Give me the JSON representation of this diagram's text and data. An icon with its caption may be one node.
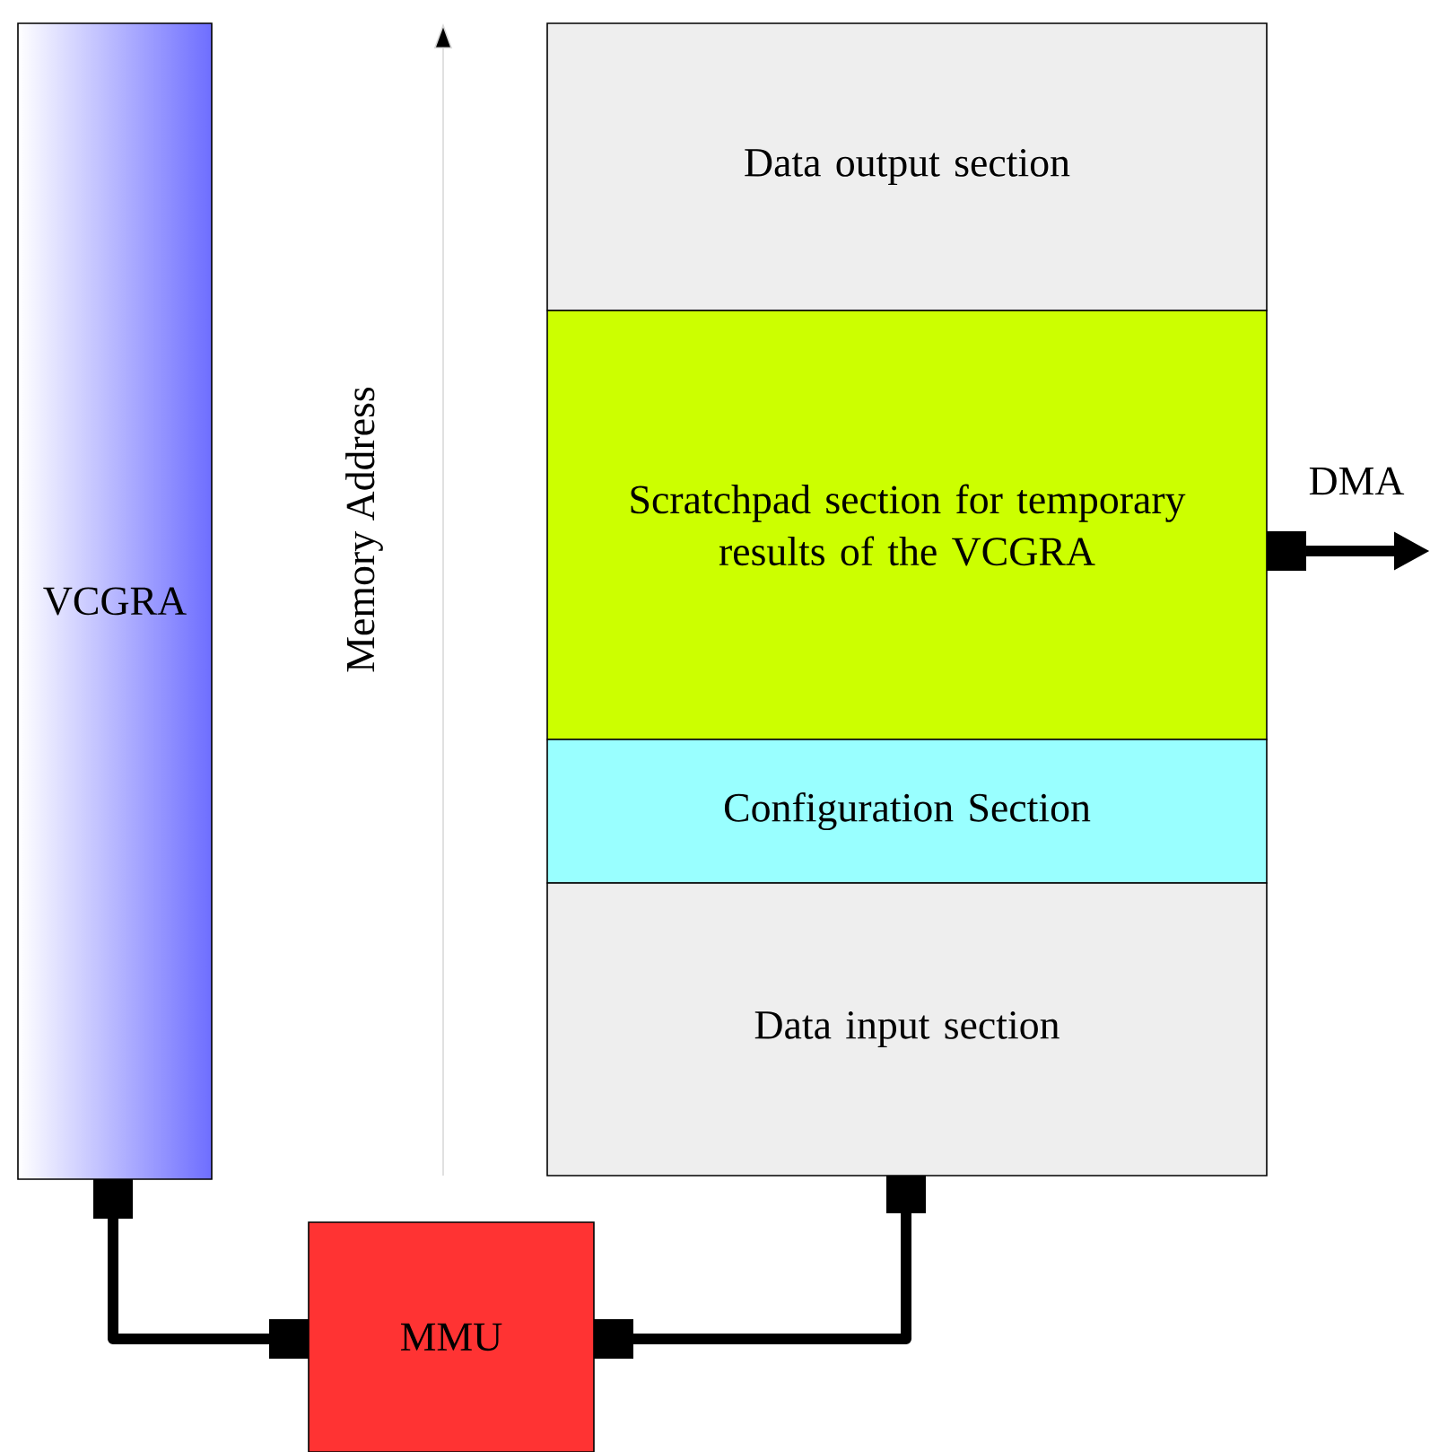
{
  "diagram": {
    "nodes": [
      {
        "text": [
          "VCGRA"
        ]
      },
      {
        "text": [
          "Data output section"
        ]
      },
      {
        "text": [
          "Scratchpad section for temporary results of the VCGRA"
        ]
      },
      {
        "text": [
          "Configuration Section"
        ]
      },
      {
        "text": [
          "Data input section"
        ]
      },
      {
        "text": [
          "MMU"
        ]
      }
    ],
    "edges": [
      {
        "from": 0,
        "to": 5,
        "arrow": "other"
      },
      {
        "from": 5,
        "to": 4,
        "arrow": "other"
      },
      {
        "from": 2,
        "to": null,
        "arrow": "to",
        "label": "DMA"
      }
    ],
    "labels": [
      "Memory Address"
    ]
  }
}
